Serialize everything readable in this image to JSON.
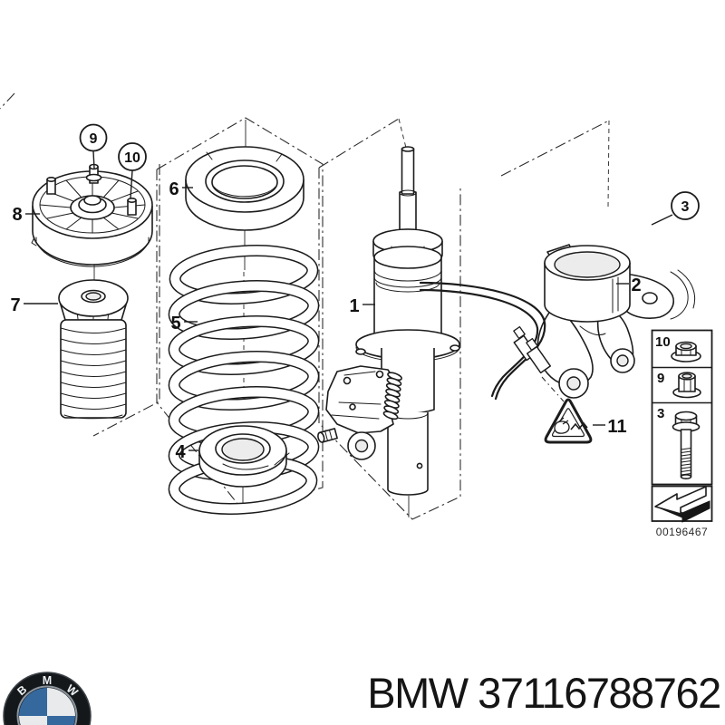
{
  "footer": {
    "text": "BMW 37116788762",
    "logo": {
      "letters": [
        "B",
        "M",
        "W"
      ]
    }
  },
  "diagram": {
    "sheet_number": "00196467",
    "callouts": {
      "p1": "1",
      "p2": "2",
      "p4": "4",
      "p5": "5",
      "p6": "6",
      "p7": "7",
      "p8": "8",
      "p11": "11",
      "c3": "3",
      "c9": "9",
      "c10": "10"
    },
    "panel": {
      "nut10": "10",
      "nut9": "9",
      "bolt3": "3"
    }
  },
  "colors": {
    "line": "#1c1c1c",
    "bmw_blue": "#35699e",
    "logo_black": "#15181b",
    "logo_silver": "#8d969e"
  }
}
